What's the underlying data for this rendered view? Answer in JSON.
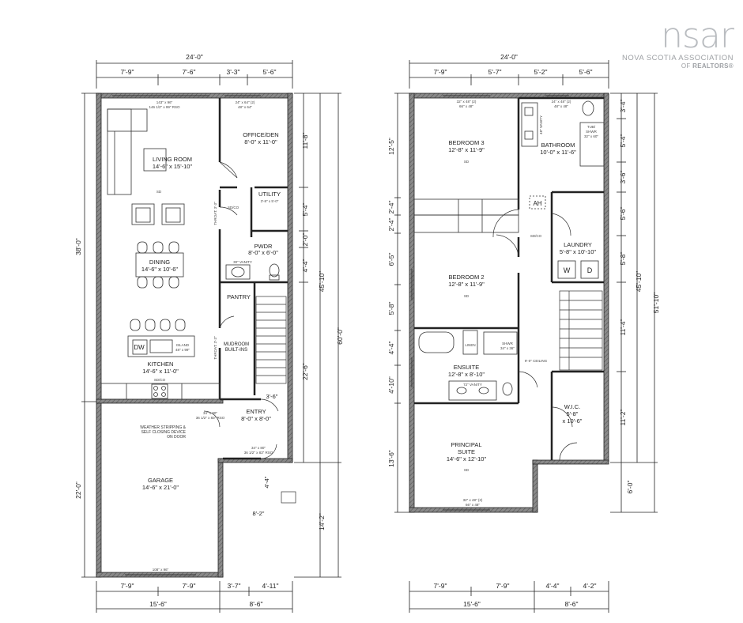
{
  "logo": {
    "wordmark": "nsar",
    "line1": "NOVA SCOTIA ASSOCIATION",
    "line2_prefix": "OF",
    "line2_bold": "REALTORS®"
  },
  "main_floor": {
    "overall_width": "24'-0\"",
    "top_dims": [
      "7'-9\"",
      "7'-6\"",
      "3'-3\"",
      "5'-6\""
    ],
    "bottom_dims": [
      "7'-9\"",
      "7'-9\"",
      "3'-7\"",
      "4'-11\""
    ],
    "bottom_totals": [
      "15'-6\"",
      "8'-6\""
    ],
    "left_dims": [
      "38'-0\"",
      "22'-0\""
    ],
    "right_dims_inner": [
      "11'-8\"",
      "5'-4\"",
      "2'-0\"",
      "4'-4\"",
      "22'-6\"",
      "4'-4\"",
      "14'-2\""
    ],
    "right_dims_outer": [
      "45'-10\"",
      "60'-0\""
    ],
    "rooms": {
      "living": {
        "name": "LIVING ROOM",
        "size": "14'-6\" x 15'-10\"",
        "sd": "SD"
      },
      "office": {
        "name": "OFFICE/DEN",
        "size": "8'-0\" x 11'-0\""
      },
      "utility": {
        "name": "UTILITY",
        "size": "3'-8\" x 5'-0\""
      },
      "powder": {
        "name": "PWDR",
        "size": "8'-0\" x 6'-0\""
      },
      "dining": {
        "name": "DINING",
        "size": "14'-6\" x 10'-6\""
      },
      "pantry": {
        "name": "PANTRY"
      },
      "mudroom": {
        "name": "MUDROOM",
        "name2": "BUILT-INS"
      },
      "kitchen": {
        "name": "KITCHEN",
        "size": "14'-6\" x 11'-0\""
      },
      "entry": {
        "name": "ENTRY",
        "size": "8'-0\" x 8'-0\""
      },
      "garage": {
        "name": "GARAGE",
        "size": "14'-6\" x 21'-0\""
      }
    },
    "labels": {
      "window_living": "143\" x 96\"",
      "window_living2": "146 1/2\" x 99\" RSO",
      "window_office": "24\" x 64\" (2)",
      "window_office2": "48\" x 64\"",
      "vanity": "30\" VANITY",
      "dw": "DW",
      "island": "ISLAND",
      "island2": "48\" x 99\"",
      "sd_co": "SD/CO",
      "throat": "THROAT: 3'-3\"",
      "weather_note1": "WEATHER STRIPPING &",
      "weather_note2": "SELF CLOSING DEVICE",
      "weather_note3": "ON DOOR",
      "door_garage": "34\" x 80\"",
      "door_garage2": "36 1/2\" x 83\" RSO",
      "door_entry": "34\" x 80\"",
      "door_entry2": "36 1/2\" x 83\" RSO",
      "garage_door": "108\" x 96\"",
      "stair_w": "3'-6\"",
      "step_4": "4'-4\"",
      "step_8": "8'-2\""
    }
  },
  "upper_floor": {
    "overall_width": "24'-0\"",
    "top_dims": [
      "7'-9\"",
      "5'-7\"",
      "5'-2\"",
      "5'-6\""
    ],
    "bottom_dims": [
      "7'-9\"",
      "7'-9\"",
      "4'-4\"",
      "4'-2\""
    ],
    "bottom_totals": [
      "15'-6\"",
      "8'-6\""
    ],
    "left_dims": [
      "12'-5\"",
      "2'-4\"",
      "2'-4\"",
      "6'-5\"",
      "5'-8\"",
      "4'-4\"",
      "4'-10\"",
      "13'-6\""
    ],
    "right_dims_inner": [
      "3'-4\"",
      "5'-4\"",
      "3'-6\"",
      "5'-6\"",
      "5'-8\"",
      "11'-4\"",
      "11'-2\"",
      "6'-0\""
    ],
    "right_dims_outer": [
      "45'-10\"",
      "51'-10\""
    ],
    "rooms": {
      "bed3": {
        "name": "BEDROOM 3",
        "size": "12'-8\" x 11'-9\""
      },
      "bath": {
        "name": "BATHROOM",
        "size": "10'-0\" x 11'-6\""
      },
      "laundry": {
        "name": "LAUNDRY",
        "size": "5'-8\" x 10'-10\""
      },
      "bed2": {
        "name": "BEDROOM 2",
        "size": "12'-8\" x 11'-9\""
      },
      "ensuite": {
        "name": "ENSUITE",
        "size": "12'-8\" x 8'-10\""
      },
      "wic": {
        "name": "W.I.C.",
        "size": "5'-8\"",
        "size2": "x 10'-6\""
      },
      "principal": {
        "name": "PRINCIPAL",
        "name2": "SUITE",
        "size": "14'-6\" x 12'-10\""
      }
    },
    "labels": {
      "ah": "AH",
      "w": "W",
      "d": "D",
      "linen": "LINEN",
      "shwr": "SHWR",
      "shwr2": "34\" x 36\"",
      "tub": "TUB/",
      "tub2": "SHWR",
      "tub3": "32\" x 60\"",
      "ceiling": "9'-0\" CEILING",
      "vanity72": "72\" VANITY",
      "vanity48": "48\" VANITY",
      "win_bed3": "32\" x 48\" (2)",
      "win_bed3b": "66\" x 48\"",
      "win_bath": "24\" x 48\" (2)",
      "win_bath2": "48\" x 48\"",
      "win_prin": "32\" x 48\" (2)",
      "win_prin2": "66\" x 48\"",
      "sd": "SD",
      "sd_co": "SD/CO"
    }
  }
}
